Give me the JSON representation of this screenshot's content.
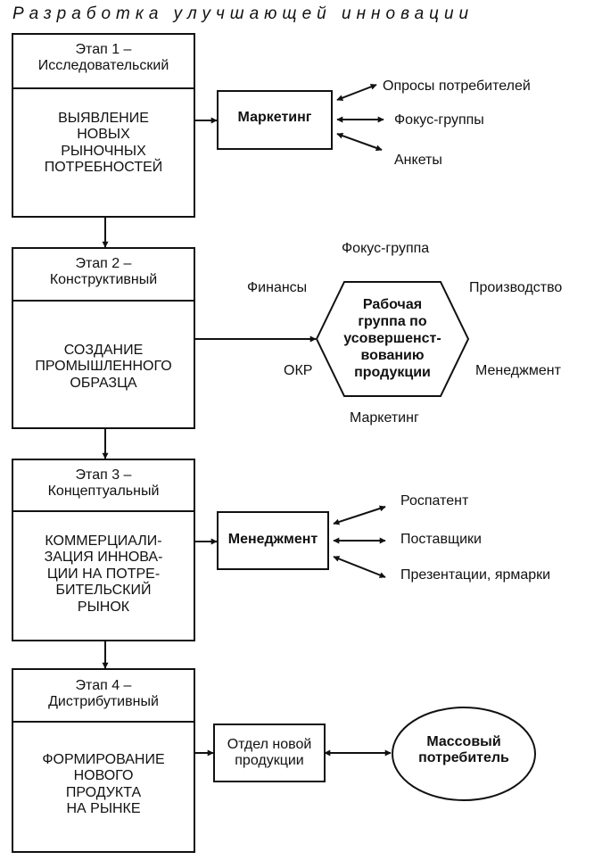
{
  "title": "Разработка улучшающей инновации",
  "stages": [
    {
      "header": [
        "Этап 1 –",
        "Исследовательский"
      ],
      "description": [
        "ВЫЯВЛЕНИЕ",
        "НОВЫХ",
        "РЫНОЧНЫХ",
        "ПОТРЕБНОСТЕЙ"
      ]
    },
    {
      "header": [
        "Этап 2 –",
        "Конструктивный"
      ],
      "description": [
        "СОЗДАНИЕ",
        "ПРОМЫШЛЕННОГО",
        "ОБРАЗЦА"
      ]
    },
    {
      "header": [
        "Этап 3 –",
        "Концептуальный"
      ],
      "description": [
        "КОММЕРЦИАЛИ-",
        "ЗАЦИЯ ИННОВА-",
        "ЦИИ НА ПОТРЕ-",
        "БИТЕЛЬСКИЙ",
        "РЫНОК"
      ]
    },
    {
      "header": [
        "Этап 4 –",
        "Дистрибутивный"
      ],
      "description": [
        "ФОРМИРОВАНИЕ",
        "НОВОГО",
        "ПРОДУКТА",
        "НА РЫНКЕ"
      ]
    }
  ],
  "marketing": {
    "label": "Маркетинг",
    "items": [
      "Опросы потребителей",
      "Фокус-группы",
      "Анкеты"
    ]
  },
  "working_group": {
    "label": [
      "Рабочая",
      "группа по",
      "усовершенст-",
      "вованию",
      "продукции"
    ],
    "surrounding": {
      "top": "Фокус-группа",
      "upper_left": "Финансы",
      "upper_right": "Производство",
      "lower_left": "ОКР",
      "lower_right": "Менеджмент",
      "bottom": "Маркетинг"
    }
  },
  "management": {
    "label": "Менеджмент",
    "items": [
      "Роспатент",
      "Поставщики",
      "Презентации, ярмарки"
    ]
  },
  "new_product_dept": {
    "label": [
      "Отдел новой",
      "продукции"
    ]
  },
  "mass_consumer": {
    "label": [
      "Массовый",
      "потребитель"
    ]
  }
}
